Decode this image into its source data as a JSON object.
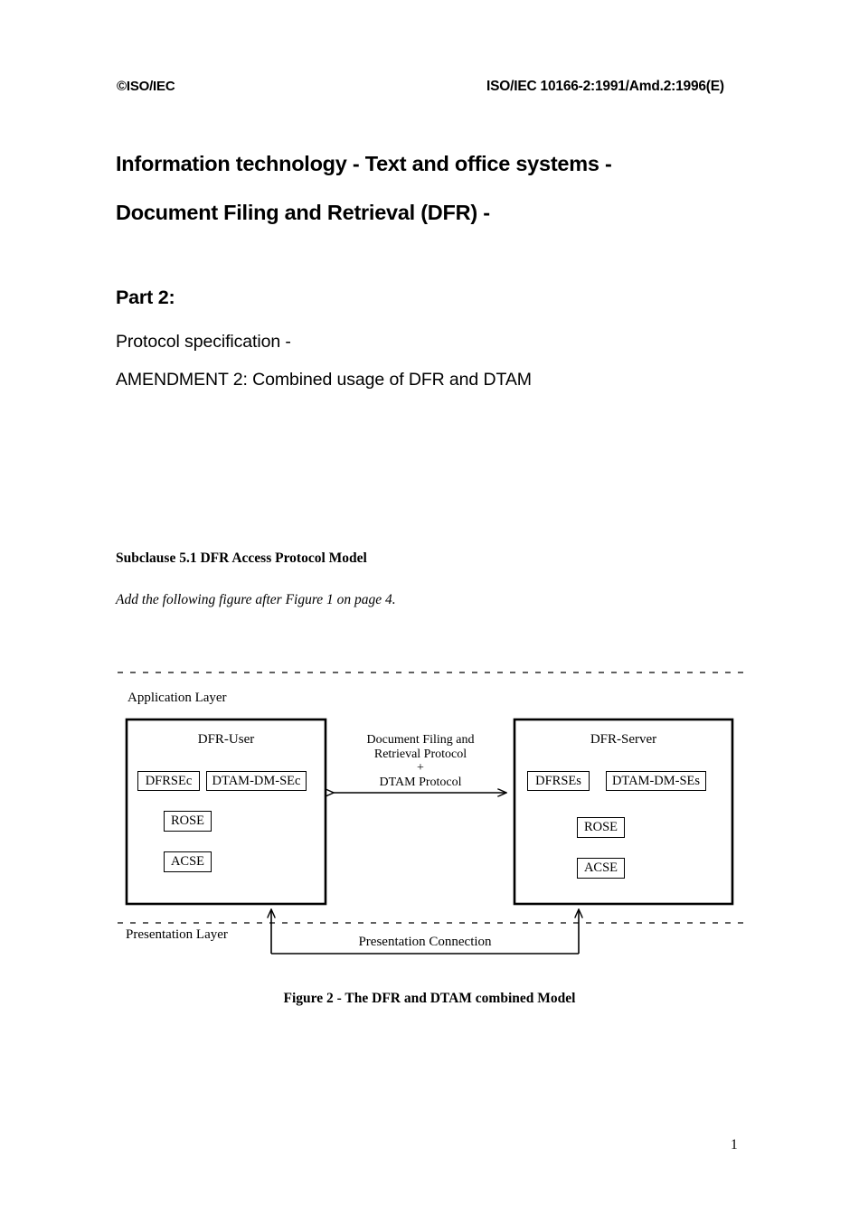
{
  "header": {
    "copyright": "©ISO/IEC",
    "reference": "ISO/IEC 10166-2:1991/Amd.2:1996(E)"
  },
  "title": {
    "line1": "Information technology - Text and office systems -",
    "line2": "Document Filing and Retrieval (DFR) -",
    "part_label": "Part 2:",
    "subtitle1": "Protocol specification -",
    "subtitle2": "AMENDMENT 2: Combined usage of DFR and DTAM"
  },
  "subclause": {
    "heading": "Subclause 5.1 DFR Access Protocol Model",
    "note": "Add the following figure after Figure 1 on page 4."
  },
  "figure": {
    "caption": "Figure 2 - The DFR and DTAM combined Model",
    "layers": {
      "application": "Application Layer",
      "presentation": "Presentation Layer"
    },
    "left_entity": {
      "title": "DFR-User",
      "service_elements": [
        "DFRSEc",
        "DTAM-DM-SEc"
      ],
      "lower_elements": [
        "ROSE",
        "ACSE"
      ]
    },
    "right_entity": {
      "title": "DFR-Server",
      "service_elements": [
        "DFRSEs",
        "DTAM-DM-SEs"
      ],
      "lower_elements": [
        "ROSE",
        "ACSE"
      ]
    },
    "protocol_label": {
      "line1": "Document Filing and",
      "line2": "Retrieval Protocol",
      "line3": "+",
      "line4": "DTAM Protocol"
    },
    "presentation_connection": "Presentation Connection"
  },
  "footer": {
    "page_number": "1"
  },
  "colors": {
    "ink": "#000000",
    "paper": "#ffffff"
  }
}
